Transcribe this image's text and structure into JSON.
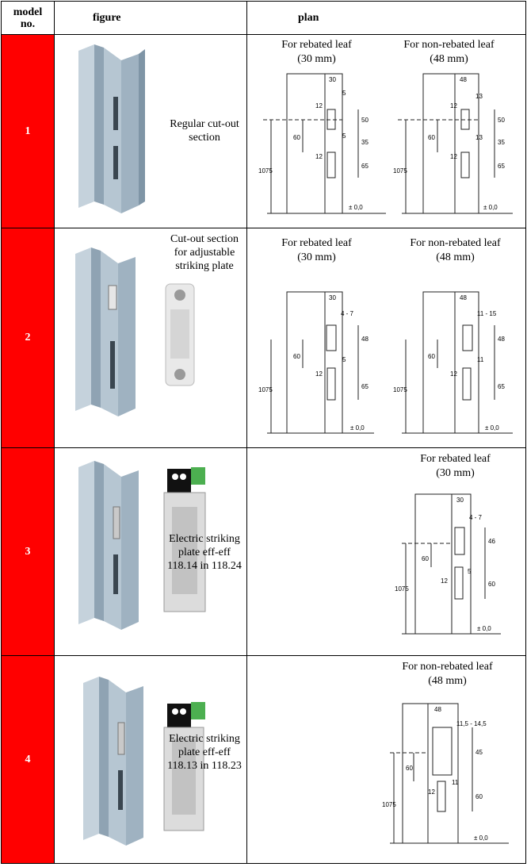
{
  "header": {
    "model": "model\nno.",
    "figure": "figure",
    "plan": "plan"
  },
  "rows": [
    {
      "number": "1",
      "description": "Regular cut-out section",
      "plans": [
        {
          "title": "For rebated leaf (30 mm)",
          "dims": [
            "30",
            "5",
            "12",
            "50",
            "5",
            "60",
            "35",
            "12",
            "65",
            "1075",
            "± 0,0"
          ]
        },
        {
          "title": "For non-rebated leaf (48 mm)",
          "dims": [
            "48",
            "13",
            "12",
            "50",
            "13",
            "60",
            "35",
            "12",
            "65",
            "1075",
            "± 0,0"
          ]
        }
      ]
    },
    {
      "number": "2",
      "description": "Cut-out section for adjustable striking plate",
      "plans": [
        {
          "title": "For rebated leaf (30 mm)",
          "dims": [
            "30",
            "4 - 7",
            "48",
            "60",
            "5",
            "12",
            "65",
            "1075",
            "± 0,0"
          ]
        },
        {
          "title": "For non-rebated leaf (48 mm)",
          "dims": [
            "48",
            "11 - 15",
            "48",
            "60",
            "11",
            "12",
            "65",
            "1075",
            "± 0,0"
          ]
        }
      ]
    },
    {
      "number": "3",
      "description": "Electric striking plate eff-eff 118.14 in 118.24",
      "plans": [
        {
          "title": "For rebated leaf (30 mm)",
          "dims": [
            "30",
            "4 - 7",
            "46",
            "60",
            "5",
            "12",
            "60",
            "1075",
            "± 0,0"
          ]
        }
      ]
    },
    {
      "number": "4",
      "description": "Electric striking plate eff-eff 118.13 in 118.23",
      "plans": [
        {
          "title": "For non-rebated leaf (48 mm)",
          "dims": [
            "48",
            "11,5 - 14,5",
            "45",
            "60",
            "11",
            "12",
            "60",
            "1075",
            "± 0,0"
          ]
        }
      ]
    }
  ],
  "colors": {
    "number_cell": "#ff0000",
    "metal": "#a9bccb"
  }
}
